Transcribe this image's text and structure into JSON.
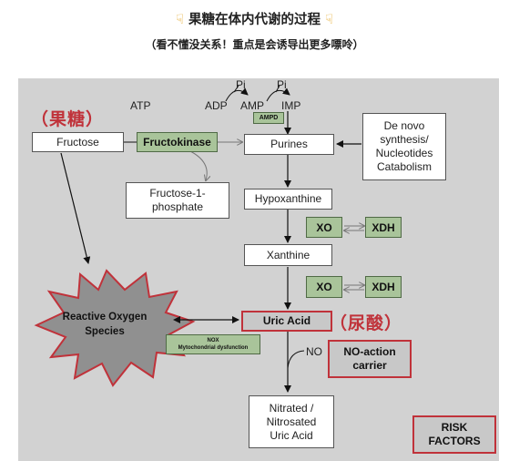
{
  "header": {
    "title": "果糖在体内代谢的过程",
    "subtitle": "（看不懂没关系！重点是会诱导出更多嘌呤）"
  },
  "diagram": {
    "cn_fructose": "（果糖）",
    "cn_uric_acid": "（尿酸）",
    "atp": "ATP",
    "adp": "ADP",
    "amp": "AMP",
    "imp": "IMP",
    "pi_1": "Pi",
    "pi_2": "Pi",
    "ampd": "AMPD",
    "fructose": "Fructose",
    "fructokinase": "Fructokinase",
    "purines": "Purines",
    "de_novo": "De novo synthesis/ Nucleotides Catabolism",
    "fructose_1_phosphate": "Fructose-1-phosphate",
    "hypoxanthine": "Hypoxanthine",
    "xo_1": "XO",
    "xdh_1": "XDH",
    "xanthine": "Xanthine",
    "xo_2": "XO",
    "xdh_2": "XDH",
    "uric_acid": "Uric Acid",
    "ros": "Reactive Oxygen Species",
    "nox_line1": "NOX",
    "nox_line2": "Mytochondrial dysfunction",
    "no": "NO",
    "no_action": "NO-action carrier",
    "nitrated": "Nitrated / Nitrosated Uric Acid",
    "risk": "RISK FACTORS"
  },
  "colors": {
    "enzyme_fill": "#a9c49a",
    "risk_border": "#c0323a",
    "panel_bg": "#d2d2d2",
    "chinese_red": "#c0323a"
  }
}
